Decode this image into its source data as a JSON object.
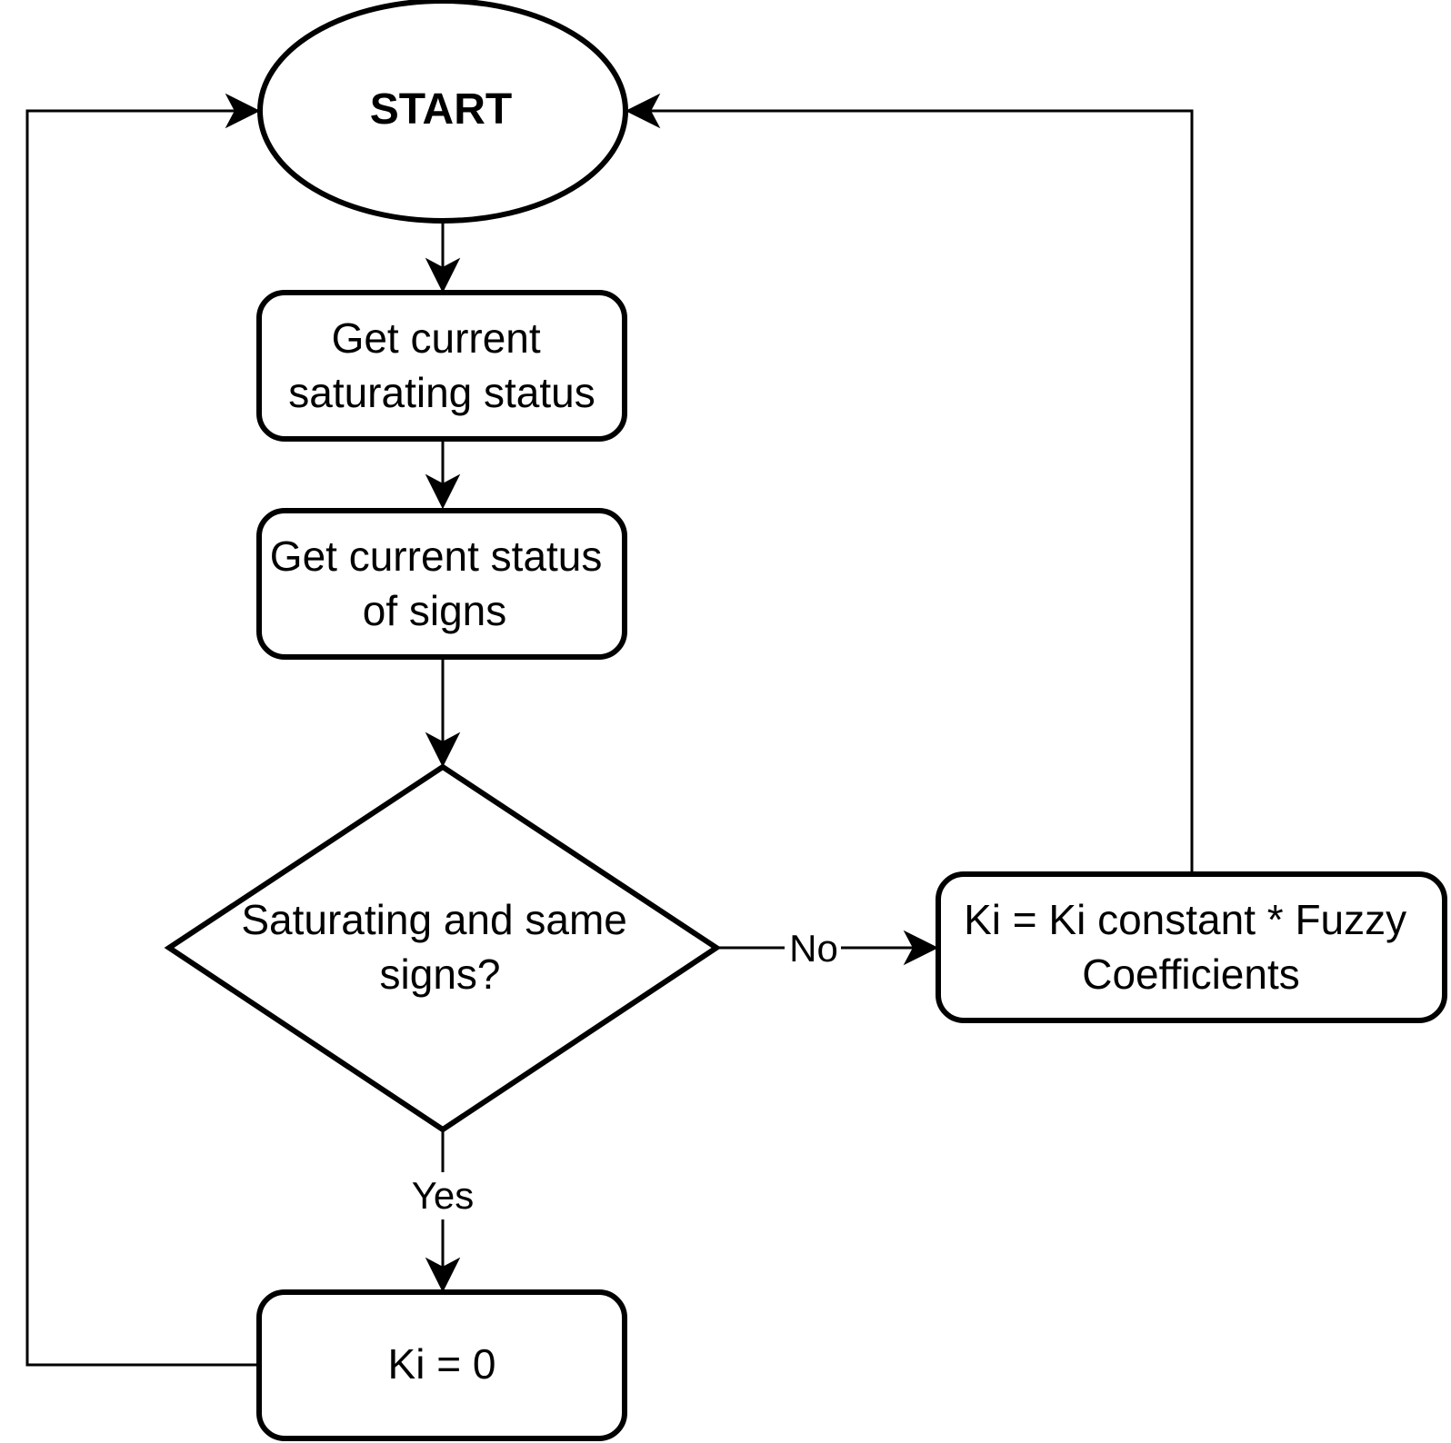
{
  "nodes": {
    "start": {
      "label": "START"
    },
    "get_saturating": {
      "lines": [
        "Get current",
        "saturating status"
      ]
    },
    "get_signs": {
      "lines": [
        "Get current status",
        "of signs"
      ]
    },
    "decision": {
      "lines": [
        "Saturating and same",
        "signs?"
      ]
    },
    "ki_fuzzy": {
      "lines": [
        "Ki = Ki constant * Fuzzy",
        "Coefficients"
      ]
    },
    "ki_zero": {
      "label": "Ki = 0"
    }
  },
  "edges": {
    "no_label": "No",
    "yes_label": "Yes"
  },
  "colors": {
    "stroke": "#000000",
    "fill": "#ffffff"
  }
}
